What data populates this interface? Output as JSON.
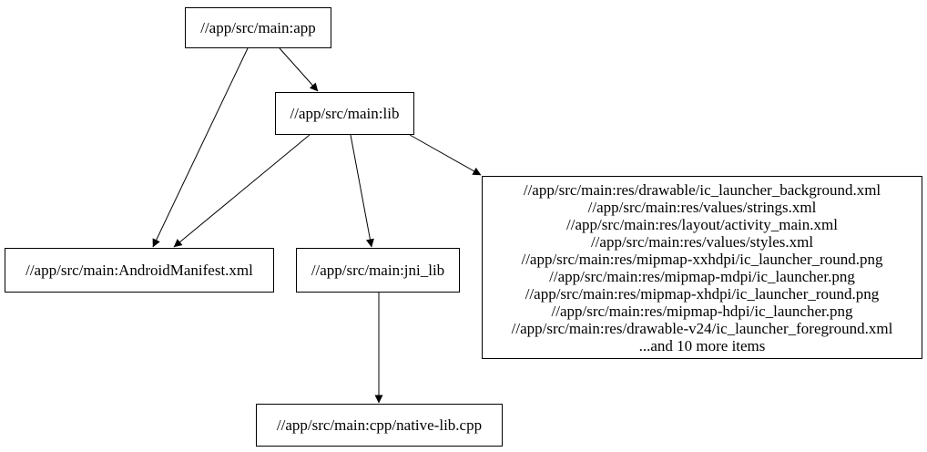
{
  "diagram": {
    "type": "dependency-graph",
    "nodes": {
      "app": {
        "label": "//app/src/main:app"
      },
      "lib": {
        "label": "//app/src/main:lib"
      },
      "android_manifest": {
        "label": "//app/src/main:AndroidManifest.xml"
      },
      "jni_lib": {
        "label": "//app/src/main:jni_lib"
      },
      "resources": {
        "lines": [
          "//app/src/main:res/drawable/ic_launcher_background.xml",
          "//app/src/main:res/values/strings.xml",
          "//app/src/main:res/layout/activity_main.xml",
          "//app/src/main:res/values/styles.xml",
          "//app/src/main:res/mipmap-xxhdpi/ic_launcher_round.png",
          "//app/src/main:res/mipmap-mdpi/ic_launcher.png",
          "//app/src/main:res/mipmap-xhdpi/ic_launcher_round.png",
          "//app/src/main:res/mipmap-hdpi/ic_launcher.png",
          "//app/src/main:res/drawable-v24/ic_launcher_foreground.xml",
          "...and 10 more items"
        ]
      },
      "native_lib": {
        "label": "//app/src/main:cpp/native-lib.cpp"
      }
    },
    "edges": [
      {
        "from": "app",
        "to": "lib"
      },
      {
        "from": "app",
        "to": "android_manifest"
      },
      {
        "from": "lib",
        "to": "android_manifest"
      },
      {
        "from": "lib",
        "to": "jni_lib"
      },
      {
        "from": "lib",
        "to": "resources"
      },
      {
        "from": "jni_lib",
        "to": "native_lib"
      }
    ],
    "colors": {
      "background": "#ffffff",
      "node_fill": "#ffffff",
      "node_border": "#000000",
      "edge": "#000000",
      "text": "#000000"
    }
  }
}
